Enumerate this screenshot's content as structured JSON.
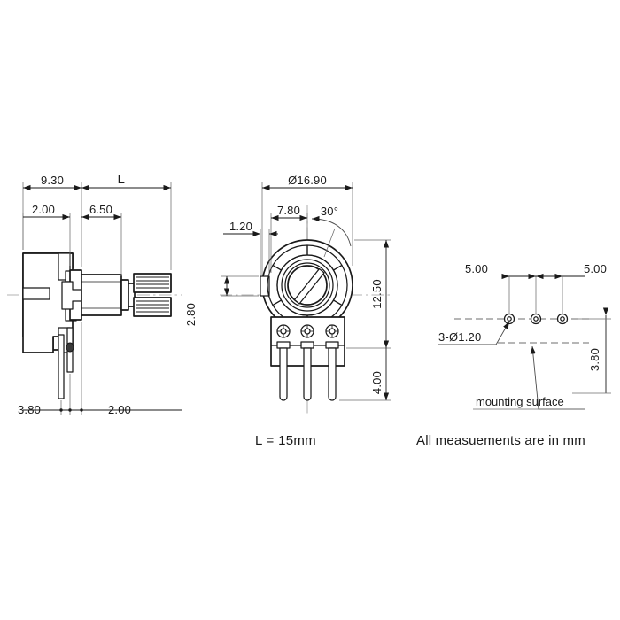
{
  "document": {
    "title": "Potentiometer Dimensional Drawing",
    "units_note": "All measuements are in mm",
    "shaft_length_note": "L = 15mm"
  },
  "views": {
    "side": {
      "name": "side-elevation-view",
      "dimensions": {
        "top_outer": "9.30",
        "shaft_length": "L",
        "top_inner_left": "2.00",
        "top_inner_right": "6.50",
        "bottom_left": "3.80",
        "bottom_right": "2.00"
      }
    },
    "front": {
      "name": "front-view",
      "dimensions": {
        "body_diameter": "Ø16.90",
        "bushing_offset": "7.80",
        "detent_angle": "30°",
        "flat_width": "1.20",
        "stop_height": "2.80",
        "body_height": "12.50",
        "pin_length": "4.00"
      }
    },
    "pcb": {
      "name": "pcb-mounting-hole-pattern",
      "dimensions": {
        "pitch_left": "5.00",
        "pitch_right": "5.00",
        "hole_callout": "3-Ø1.20",
        "surface_offset": "3.80"
      },
      "labels": {
        "mounting_surface": "mounting surface"
      },
      "hole_count": 3
    }
  },
  "style": {
    "line_color": "#1a1a1a",
    "centerline_color": "#9a9a9a",
    "dimension_color": "#3c3c3c",
    "fill_color": "#ffffff",
    "background": "#ffffff"
  }
}
